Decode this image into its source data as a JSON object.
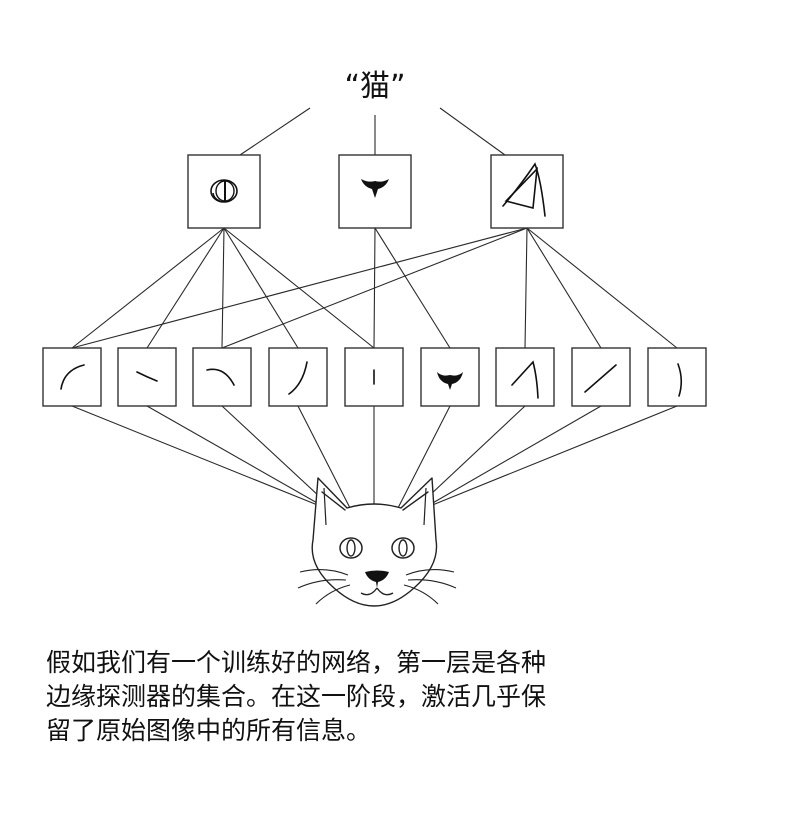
{
  "top_label": "“猫”",
  "caption": {
    "lines": [
      "假如我们有一个训练好的网络，第一层是各种",
      "边缘探测器的集合。在这一阶段，激活几乎保",
      "留了原始图像中的所有信息。"
    ]
  },
  "colors": {
    "stroke": "#2a2a2a",
    "fill": "#111111",
    "background": "#ffffff"
  },
  "icons": {
    "high_level_features": [
      "cat-eye-icon",
      "cat-nose-icon",
      "cat-ear-icon"
    ],
    "edge_features": [
      "curve-left-icon",
      "short-stroke-icon",
      "arc-icon",
      "curve-right-icon",
      "vertical-dash-icon",
      "nose-blob-icon",
      "ear-tip-icon",
      "diagonal-line-icon",
      "slight-curve-icon"
    ]
  }
}
